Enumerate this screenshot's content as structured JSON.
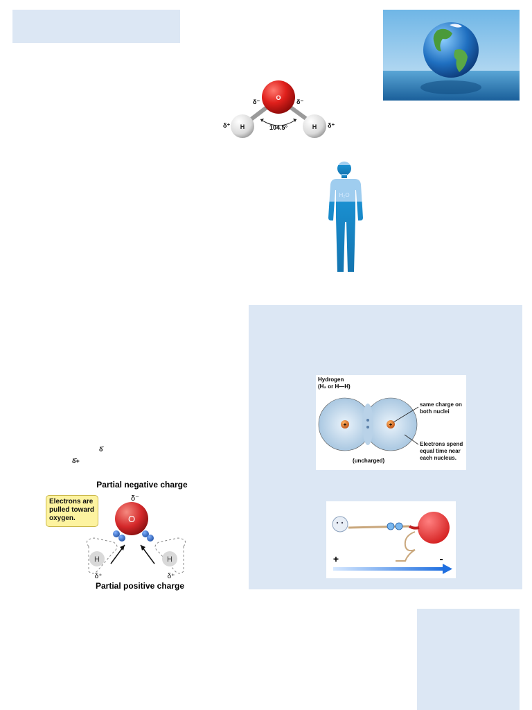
{
  "colors": {
    "panel_blue": "#dce7f4",
    "oxygen_red": "#e0201c",
    "hydrogen_white": "#e8e8e8",
    "body_blue": "#1a8fd0",
    "electron_blue": "#2a5db0"
  },
  "water_molecule": {
    "oxygen_label": "O",
    "hydrogen_left_label": "H",
    "hydrogen_right_label": "H",
    "delta_neg_left": "δ⁻",
    "delta_neg_right": "δ⁻",
    "delta_pos_left": "δ⁺",
    "delta_pos_right": "δ⁺",
    "angle": "104.5°"
  },
  "human_figure": {
    "label": "H₂O"
  },
  "stray_text": {
    "delta_neg": "δ̄",
    "delta_pos": "δ̄+"
  },
  "polar_diagram": {
    "title_top": "Partial negative charge",
    "delta_top": "δ⁻",
    "callout": "Electrons are pulled toward oxygen.",
    "oxygen_label": "O",
    "h_left": "H",
    "h_right": "H",
    "delta_left": "δ⁺",
    "delta_right": "δ⁺",
    "title_bottom": "Partial positive charge"
  },
  "hydrogen_diagram": {
    "title": "Hydrogen",
    "formula": "(H₂ or H—H)",
    "nucleus_plus": "+",
    "callout_1": "same charge on both nuclei",
    "callout_2": "Electrons spend equal time near each nucleus.",
    "uncharged": "(uncharged)"
  },
  "tug_diagram": {
    "plus": "+",
    "minus": "-"
  }
}
